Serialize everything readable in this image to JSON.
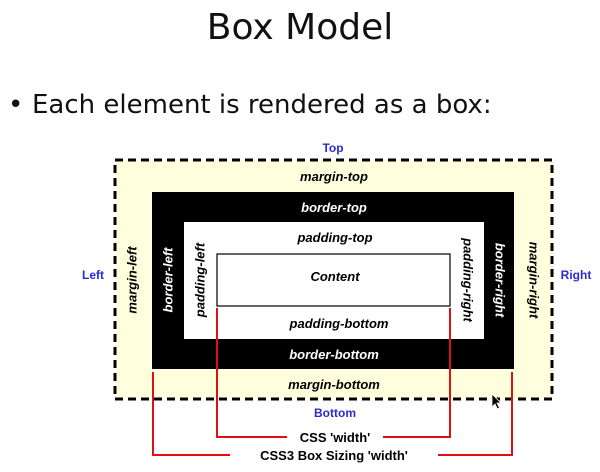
{
  "slide": {
    "title": "Box Model",
    "bullet": "Each element is rendered as a box:"
  },
  "diagram": {
    "labels": {
      "top": "Top",
      "bottom": "Bottom",
      "left": "Left",
      "right": "Right",
      "margin_top": "margin-top",
      "margin_bottom": "margin-bottom",
      "margin_left": "margin-left",
      "margin_right": "margin-right",
      "border_top": "border-top",
      "border_bottom": "border-bottom",
      "border_left": "border-left",
      "border_right": "border-right",
      "padding_top": "padding-top",
      "padding_bottom": "padding-bottom",
      "padding_left": "padding-left",
      "padding_right": "padding-right",
      "content": "Content",
      "css_width": "CSS 'width'",
      "css3_width": "CSS3 Box Sizing 'width'"
    },
    "colors": {
      "margin": "#FFFFDD",
      "border": "#000000",
      "padding": "#FFFFFF",
      "side_labels": "#2B2BCC",
      "width_lines": "#DD1111"
    }
  }
}
